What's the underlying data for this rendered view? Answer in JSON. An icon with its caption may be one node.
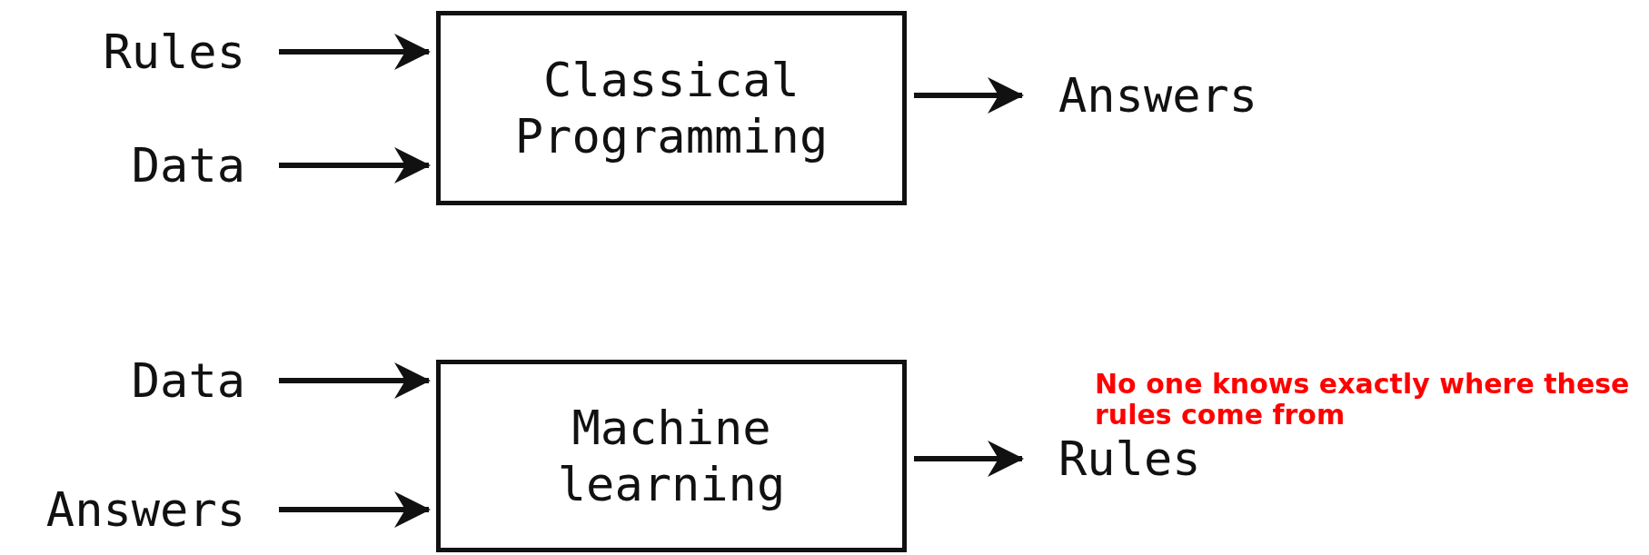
{
  "diagram": {
    "nodes": [
      {
        "text": [
          "Rules"
        ]
      },
      {
        "text": [
          "Data"
        ]
      },
      {
        "text": [
          "Classical Programming"
        ]
      },
      {
        "text": [
          "Answers"
        ]
      },
      {
        "text": [
          "Data"
        ]
      },
      {
        "text": [
          "Answers"
        ]
      },
      {
        "text": [
          "Machine learning"
        ]
      },
      {
        "text": [
          "Rules"
        ]
      }
    ],
    "edges": [
      {
        "from": 0,
        "to": 2,
        "arrow": "to"
      },
      {
        "from": 1,
        "to": 2,
        "arrow": "to"
      },
      {
        "from": 2,
        "to": 3,
        "arrow": "to"
      },
      {
        "from": 4,
        "to": 6,
        "arrow": "to"
      },
      {
        "from": 5,
        "to": 6,
        "arrow": "to"
      },
      {
        "from": 6,
        "to": 7,
        "arrow": "to"
      }
    ],
    "labels": [
      "No one knows exactly where these rules come from"
    ]
  }
}
